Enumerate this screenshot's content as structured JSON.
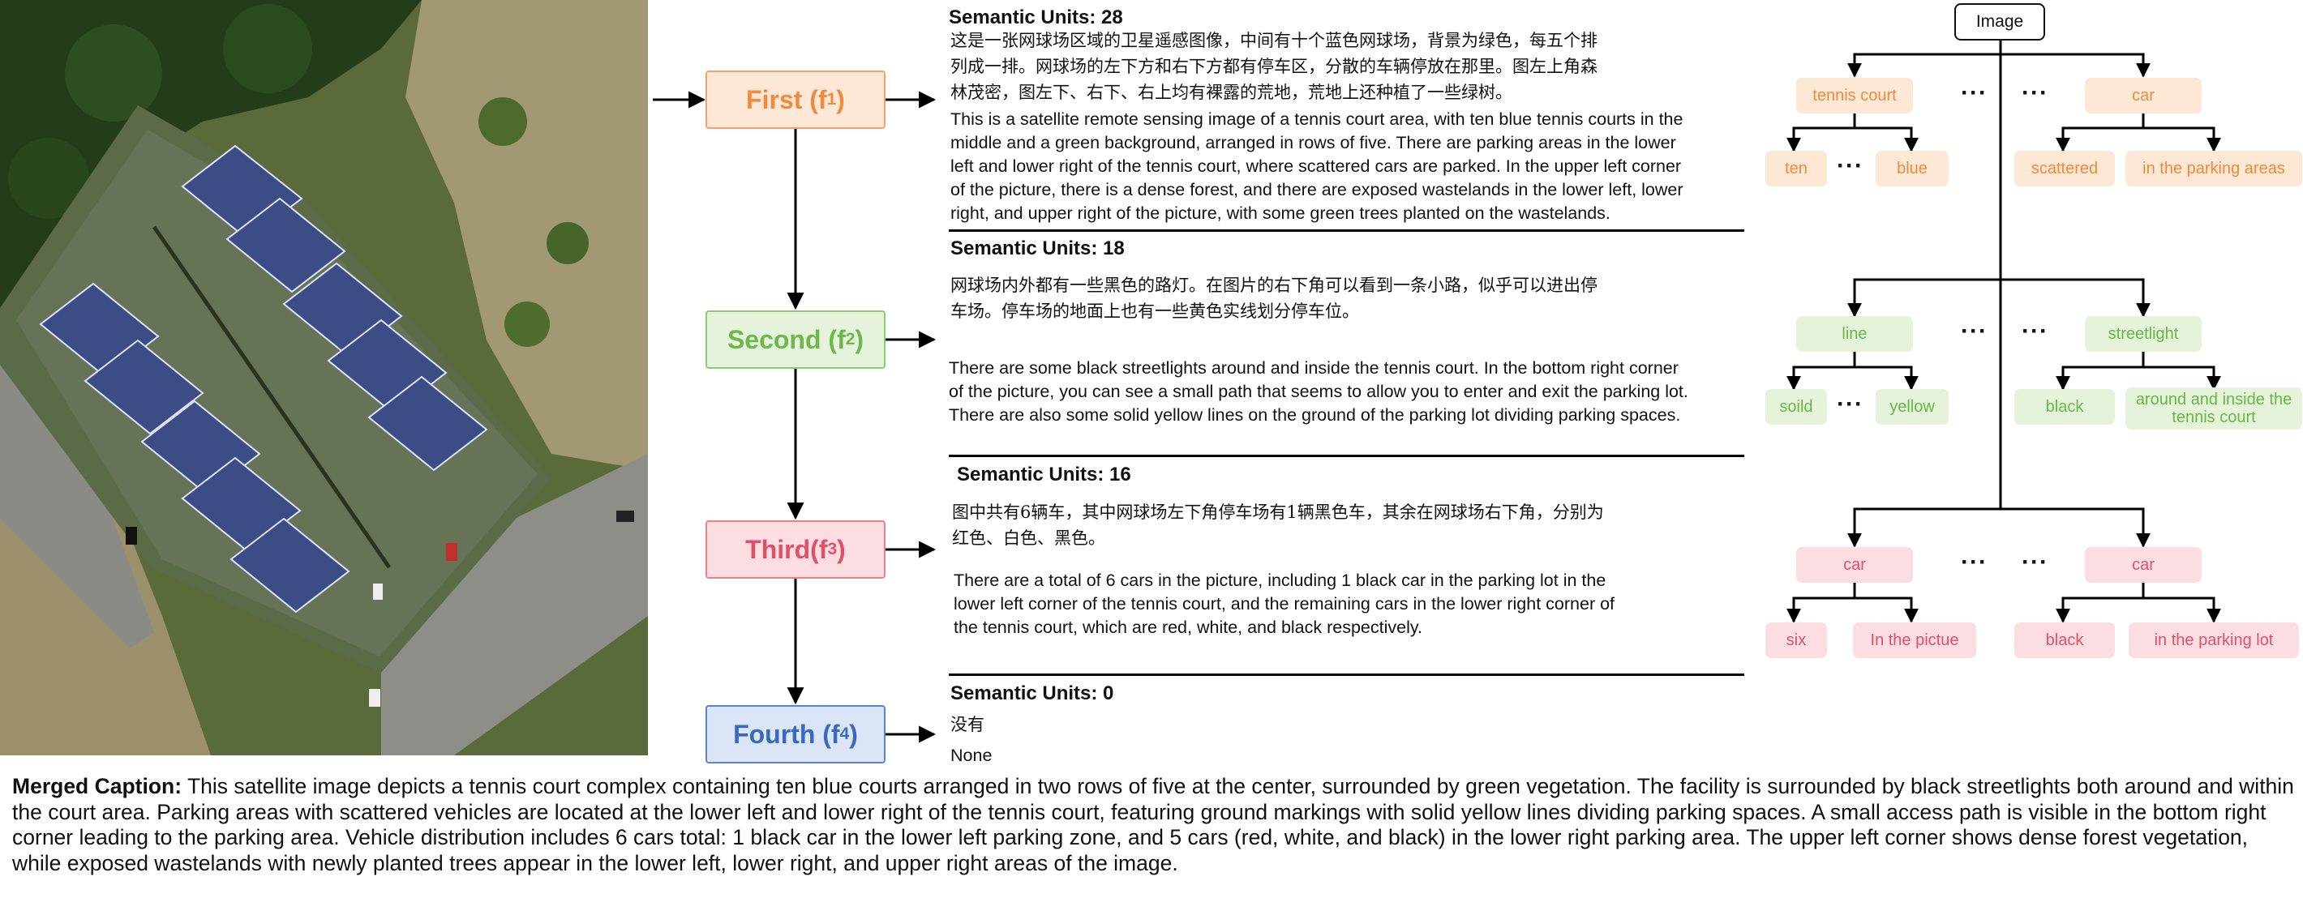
{
  "stages": [
    {
      "label": "First (f",
      "sup": "1",
      "close": ")"
    },
    {
      "label": "Second (f",
      "sup": "2",
      "close": ")"
    },
    {
      "label": "Third(f",
      "sup": "3",
      "close": ")"
    },
    {
      "label": "Fourth (f",
      "sup": "4",
      "close": ")"
    }
  ],
  "blocks": [
    {
      "header": "Semantic Units:  28",
      "zh": [
        "这是一张网球场区域的卫星遥感图像，中间有十个蓝色网球场，背景为绿色，每五个排",
        "列成一排。网球场的左下方和右下方都有停车区，分散的车辆停放在那里。图左上角森",
        "林茂密，图左下、右下、右上均有裸露的荒地，荒地上还种植了一些绿树。"
      ],
      "en": [
        "This is a satellite remote sensing image of a tennis court area, with ten blue tennis courts in the",
        "middle and a green background, arranged in rows of five. There are parking areas in the lower",
        "left and lower right of the tennis court, where scattered cars are parked. In the upper left corner",
        "of the picture, there is a dense forest, and there are exposed wastelands in the lower left, lower",
        "right, and upper right of the picture, with some green trees planted on the wastelands."
      ]
    },
    {
      "header": "Semantic Units:  18",
      "zh": [
        "网球场内外都有一些黑色的路灯。在图片的右下角可以看到一条小路，似乎可以进出停",
        "车场。停车场的地面上也有一些黄色实线划分停车位。"
      ],
      "en": [
        "There are some black streetlights around and inside the tennis court. In the bottom right corner",
        "of the picture, you can see a small path that seems to allow you to enter and exit the parking lot.",
        "There are also some solid yellow lines on the ground of the parking lot dividing parking spaces."
      ]
    },
    {
      "header": "Semantic Units:  16",
      "zh": [
        "图中共有6辆车，其中网球场左下角停车场有1辆黑色车，其余在网球场右下角，分别为",
        "红色、白色、黑色。"
      ],
      "en": [
        "There are a total of 6 cars in the picture, including 1 black car in the parking lot in the",
        "lower left corner of the tennis court, and the remaining cars in the lower right corner of",
        "the tennis court, which are red, white, and black respectively."
      ]
    },
    {
      "header": "Semantic Units:  0",
      "zh": [
        "没有"
      ],
      "en": [
        "None"
      ]
    }
  ],
  "tree": {
    "root": "Image",
    "dots": "···",
    "orange": {
      "left": "tennis court",
      "right": "car",
      "ll": "ten",
      "lr": "blue",
      "rl": "scattered",
      "rr": "in the parking areas"
    },
    "green": {
      "left": "line",
      "right": "streetlight",
      "ll": "soild",
      "lr": "yellow",
      "rl": "black",
      "rr": "around and inside the tennis court"
    },
    "red": {
      "left": "car",
      "right": "car",
      "ll": "six",
      "lr": "In the pictue",
      "rl": "black",
      "rr": "in the parking lot"
    }
  },
  "merged": {
    "label": "Merged Caption:",
    "text": " This satellite image depicts a tennis court complex containing ten blue courts arranged in two rows of five at the center, surrounded by green vegetation. The facility is surrounded by black streetlights both around and within the court area. Parking areas with scattered vehicles are located at the lower left and lower right of the tennis court, featuring ground markings with solid yellow lines dividing parking spaces. A small access path is visible in the bottom right corner leading to the parking area. Vehicle distribution includes 6 cars total: 1 black car in the lower left parking zone, and 5 cars (red, white, and black) in the lower right parking area. The upper left corner shows dense forest vegetation, while exposed wastelands with newly planted trees appear in the lower left, lower right, and upper right areas of the image."
  },
  "colors": {
    "orange": "#f08a3c",
    "green": "#6cb848",
    "red": "#e05068",
    "blue": "#3868c0"
  }
}
